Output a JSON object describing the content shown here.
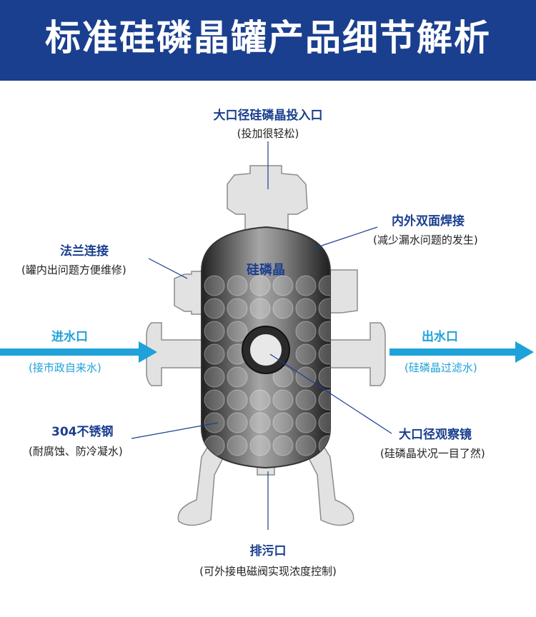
{
  "header": {
    "title": "标准硅磷晶罐产品细节解析"
  },
  "tank": {
    "center_label": "硅磷晶"
  },
  "callouts": {
    "inlet_top": {
      "title": "大口径硅磷晶投入口",
      "sub": "(投加很轻松)"
    },
    "weld": {
      "title": "内外双面焊接",
      "sub": "(减少漏水问题的发生)"
    },
    "flange": {
      "title": "法兰连接",
      "sub": "(罐内出问题方便维修)"
    },
    "water_in": {
      "title": "进水口",
      "sub": "(接市政自来水)"
    },
    "water_out": {
      "title": "出水口",
      "sub": "(硅磷晶过滤水)"
    },
    "steel": {
      "title": "304不锈钢",
      "sub": "(耐腐蚀、防冷凝水)"
    },
    "sight_glass": {
      "title": "大口径观察镜",
      "sub": "(硅磷晶状况一目了然)"
    },
    "drain": {
      "title": "排污口",
      "sub": "(可外接电磁阀实现浓度控制)"
    }
  },
  "colors": {
    "header_bg": "#1a3f8f",
    "title_blue": "#1a3f8f",
    "arrow_cyan": "#1ea2d8"
  }
}
